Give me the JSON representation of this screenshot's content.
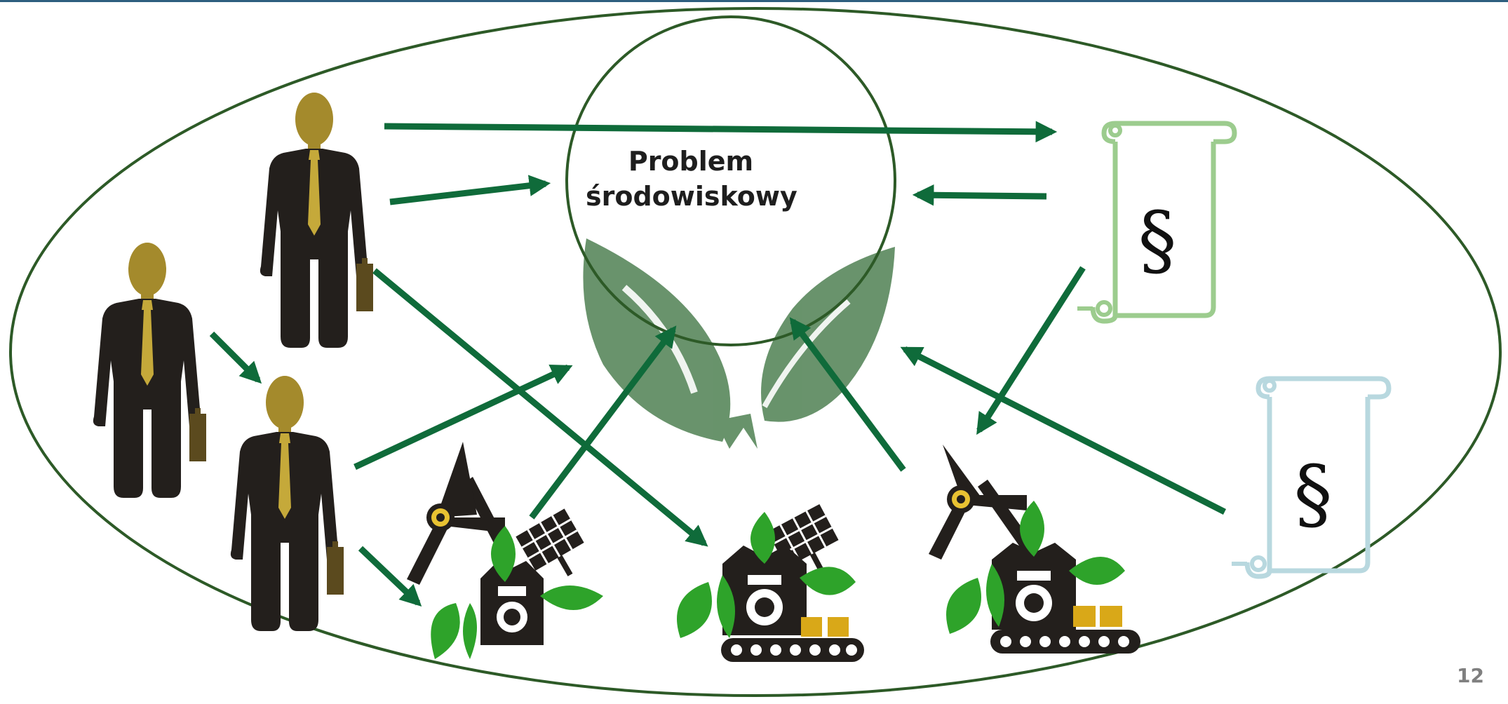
{
  "center_title": {
    "line1": "Problem",
    "line2": "środowiskowy"
  },
  "law_symbol": "§",
  "page_number": "12",
  "colors": {
    "arrow": "#0f6b3a",
    "ellipse": "#2d5a27",
    "leaf_center": "#5c8a5f",
    "leaf_green": "#2ea32a",
    "person_body": "#231f1c",
    "person_head": "#a48a2c",
    "tie": "#c5a93a",
    "briefcase": "#5b4a1e",
    "scroll_green": "#9ccc8e",
    "scroll_blue": "#b8d8df",
    "box_yellow": "#d9a818",
    "top_rule": "#2e5f7f"
  },
  "icons": [
    "businessman-icon",
    "leaf-icon",
    "wind-turbine-icon",
    "solar-panel-icon",
    "factory-icon",
    "conveyor-belt-icon",
    "law-scroll-icon"
  ]
}
